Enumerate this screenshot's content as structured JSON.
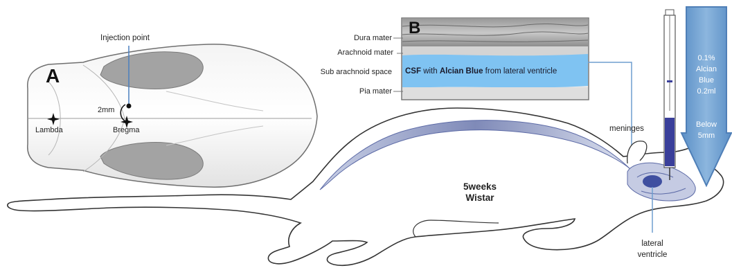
{
  "panel_a": {
    "letter": "A",
    "injection_label": "Injection point",
    "distance_label": "2mm",
    "lambda_label": "Lambda",
    "bregma_label": "Bregma"
  },
  "panel_b": {
    "letter": "B",
    "layers": [
      "Dura mater",
      "Arachnoid mater",
      "Sub arachnoid space",
      "Pia mater"
    ],
    "csf_prefix": "CSF",
    "csf_with": " with ",
    "csf_dye": "Alcian Blue",
    "csf_suffix": " from lateral ventricle"
  },
  "rat": {
    "age_label": "5weeks",
    "strain_label": "Wistar",
    "meninges_label": "meninges",
    "ventricle_label_line1": "lateral",
    "ventricle_label_line2": "ventricle"
  },
  "injection_arrow": {
    "concentration": "0.1%",
    "dye_line1": "Alcian",
    "dye_line2": "Blue",
    "volume": "0.2ml",
    "depth_line1": "Below",
    "depth_line2": "5mm"
  },
  "colors": {
    "csf_blue": "#7fc3f2",
    "arrow_blue": "#6f9ecf",
    "skull_fill": "#ececec",
    "shadow_gray": "#a8a8a8"
  }
}
